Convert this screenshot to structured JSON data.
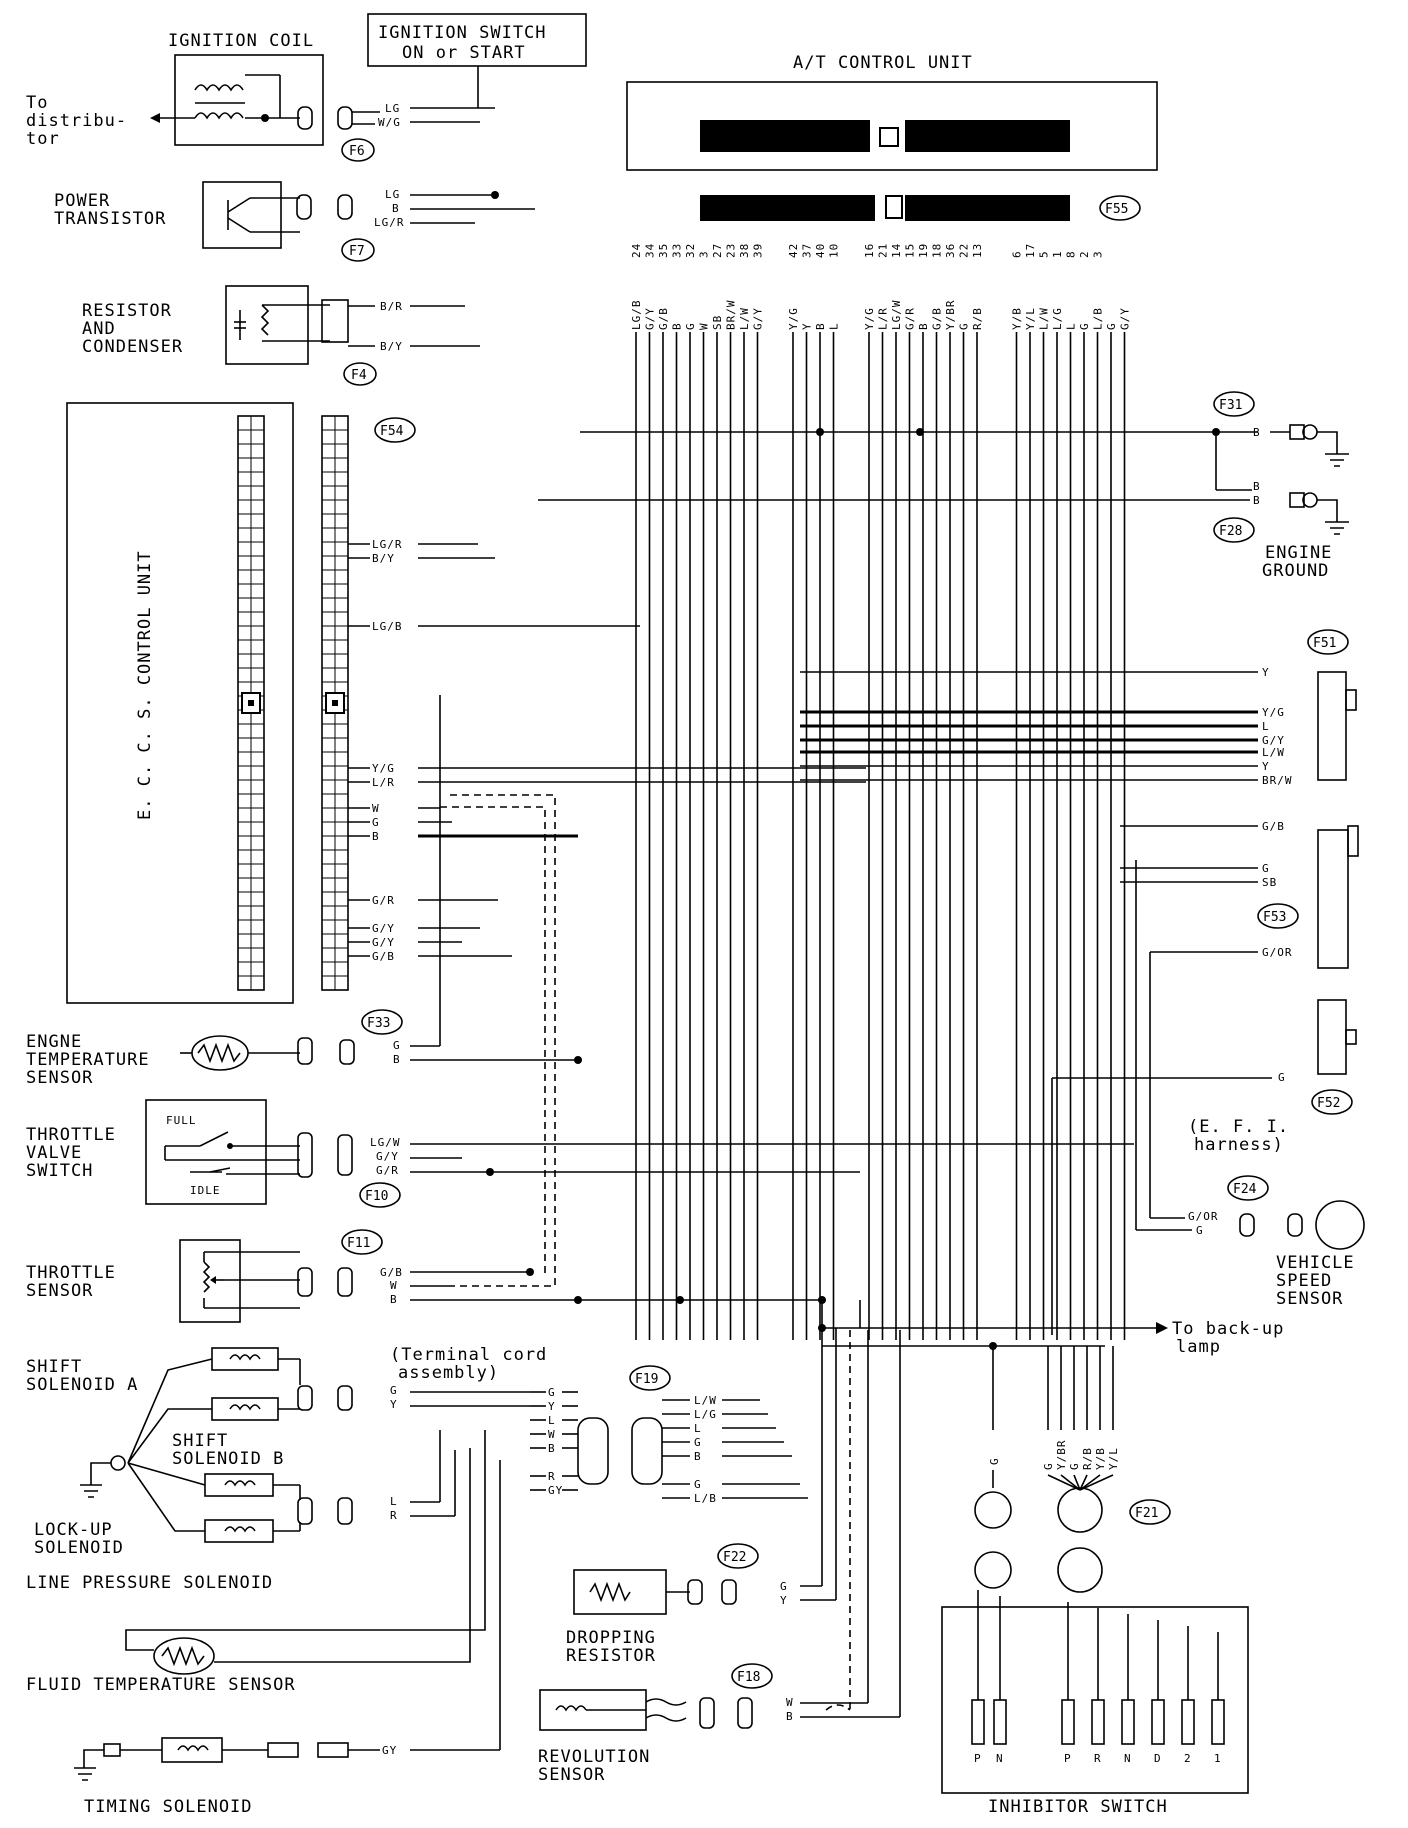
{
  "ignition_coil": {
    "title": "IGNITION COIL",
    "to_label_1": "To",
    "to_label_2": "distribu-",
    "to_label_3": "tor",
    "wire_1": "LG",
    "wire_2": "W/G",
    "connector": "F6"
  },
  "ignition_switch": {
    "line1": "IGNITION SWITCH",
    "line2": "ON or START"
  },
  "power_transistor": {
    "line1": "POWER",
    "line2": "TRANSISTOR",
    "wire_1": "LG",
    "wire_2": "B",
    "wire_3": "LG/R",
    "connector": "F7"
  },
  "resistor_condenser": {
    "line1": "RESISTOR",
    "line2": "AND",
    "line3": "CONDENSER",
    "wire_1": "B/R",
    "wire_2": "B/Y",
    "connector": "F4"
  },
  "at_control_unit": {
    "title": "A/T CONTROL UNIT",
    "connector": "F55",
    "pins": [
      "24",
      "34",
      "35",
      "33",
      "32",
      "3",
      "27",
      "23",
      "38",
      "39",
      "42",
      "37",
      "40",
      "10",
      "16",
      "21",
      "14",
      "15",
      "19",
      "18",
      "36",
      "22",
      "13",
      "6",
      "17",
      "5",
      "1",
      "8",
      "2",
      "3"
    ],
    "pin_wires": [
      "LG/B",
      "G/Y",
      "G/B",
      "B",
      "G",
      "W",
      "SB",
      "BR/W",
      "L/W",
      "G/Y",
      "Y/G",
      "Y",
      "B",
      "L",
      "Y/G",
      "L/R",
      "LG/W",
      "G/R",
      "B",
      "G/B",
      "Y/BR",
      "G",
      "R/B",
      "Y/B",
      "Y/L",
      "L/W",
      "L/G",
      "L",
      "G",
      "L/B",
      "G",
      "G/Y"
    ]
  },
  "eccs": {
    "title": "E. C. C. S. CONTROL UNIT",
    "connector": "F54",
    "wires": [
      "LG/R",
      "B/Y",
      "LG/B",
      "Y/G",
      "L/R",
      "W",
      "G",
      "B",
      "G/R",
      "G/Y",
      "G/Y",
      "G/B"
    ]
  },
  "ground": {
    "f31": "F31",
    "f28": "F28",
    "wire_b": "B",
    "wire_b2": "B",
    "wire_b3": "B",
    "line1": "ENGINE",
    "line2": "GROUND"
  },
  "f51": {
    "connector": "F51",
    "wires": [
      "Y",
      "Y/G",
      "L",
      "G/Y",
      "L/W",
      "Y",
      "BR/W"
    ]
  },
  "f53": {
    "connector": "F53",
    "wires": [
      "G/B",
      "G",
      "SB",
      "G/OR"
    ]
  },
  "f52": {
    "connector": "F52",
    "wire": "G",
    "harness_1": "(E. F. I.",
    "harness_2": "harness)"
  },
  "vehicle_speed": {
    "connector": "F24",
    "wire_1": "G/OR",
    "wire_2": "G",
    "line1": "VEHICLE",
    "line2": "SPEED",
    "line3": "SENSOR"
  },
  "engine_temp": {
    "line1": "ENGNE",
    "line2": "TEMPERATURE",
    "line3": "SENSOR",
    "connector": "F33",
    "wire_1": "G",
    "wire_2": "B"
  },
  "throttle_switch": {
    "line1": "THROTTLE",
    "line2": "VALVE",
    "line3": "SWITCH",
    "full": "FULL",
    "idle": "IDLE",
    "connector": "F10",
    "wire_1": "LG/W",
    "wire_2": "G/Y",
    "wire_3": "G/R"
  },
  "throttle_sensor": {
    "line1": "THROTTLE",
    "line2": "SENSOR",
    "connector": "F11",
    "wire_1": "G/B",
    "wire_2": "W",
    "wire_3": "B"
  },
  "shift": {
    "a_line1": "SHIFT",
    "a_line2": "SOLENOID A",
    "b_line1": "SHIFT",
    "b_line2": "SOLENOID B",
    "lockup_1": "LOCK-UP",
    "lockup_2": "SOLENOID",
    "line_pressure": "LINE PRESSURE SOLENOID",
    "wire_g": "G",
    "wire_y": "Y",
    "wire_l": "L",
    "wire_r": "R"
  },
  "terminal_cord": {
    "line1": "(Terminal cord",
    "line2": "assembly)",
    "connector": "F19",
    "left_wires": [
      "G",
      "Y",
      "L",
      "W",
      "B",
      "R",
      "GY"
    ],
    "right_wires": [
      "L/W",
      "L/G",
      "L",
      "G",
      "B",
      "G",
      "L/B"
    ]
  },
  "backup": {
    "line1": "To back-up",
    "line2": "lamp"
  },
  "inhibitor": {
    "title": "INHIBITOR SWITCH",
    "connector": "F21",
    "wire_g": "G",
    "wires": [
      "G",
      "Y/BR",
      "G",
      "R/B",
      "Y/B",
      "Y/L"
    ],
    "positions": [
      "P",
      "N",
      "P",
      "R",
      "N",
      "D",
      "2",
      "1"
    ]
  },
  "dropping": {
    "line1": "DROPPING",
    "line2": "RESISTOR",
    "connector": "F22",
    "wire_1": "G",
    "wire_2": "Y"
  },
  "fluid_temp": {
    "label": "FLUID TEMPERATURE SENSOR"
  },
  "revolution": {
    "line1": "REVOLUTION",
    "line2": "SENSOR",
    "connector": "F18",
    "wire_1": "W",
    "wire_2": "B"
  },
  "timing": {
    "label": "TIMING SOLENOID",
    "wire": "GY"
  }
}
